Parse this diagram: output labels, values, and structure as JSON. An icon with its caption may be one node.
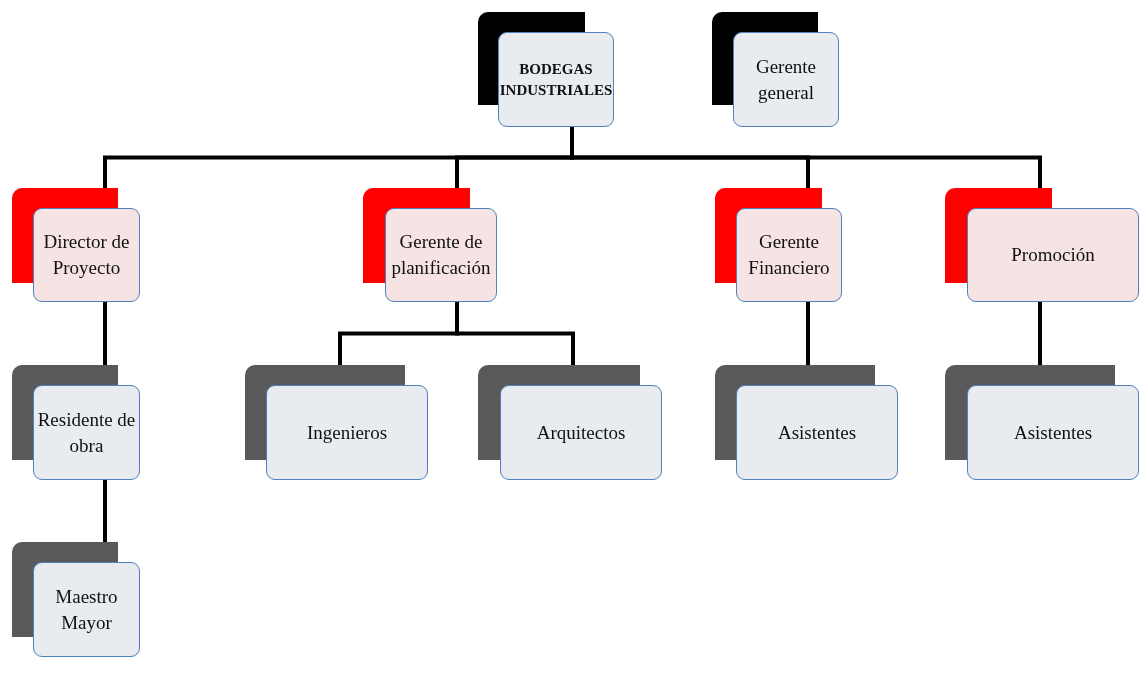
{
  "diagram": {
    "nodes": [
      {
        "text": [
          "BODEGAS INDUSTRIALES"
        ]
      },
      {
        "text": [
          "Gerente general"
        ]
      },
      {
        "text": [
          "Director de Proyecto"
        ]
      },
      {
        "text": [
          "Gerente de planificación"
        ]
      },
      {
        "text": [
          "Gerente Financiero"
        ]
      },
      {
        "text": [
          "Promoción"
        ]
      },
      {
        "text": [
          "Residente de obra"
        ]
      },
      {
        "text": [
          "Maestro Mayor"
        ]
      },
      {
        "text": [
          "Ingenieros"
        ]
      },
      {
        "text": [
          "Arquitectos"
        ]
      },
      {
        "text": [
          "Asistentes"
        ]
      },
      {
        "text": [
          "Asistentes"
        ]
      }
    ],
    "edges": [
      {
        "from": 0,
        "to": 2,
        "arrow": "none"
      },
      {
        "from": 0,
        "to": 3,
        "arrow": "none"
      },
      {
        "from": 0,
        "to": 4,
        "arrow": "none"
      },
      {
        "from": 0,
        "to": 5,
        "arrow": "none"
      },
      {
        "from": 2,
        "to": 6,
        "arrow": "none"
      },
      {
        "from": 6,
        "to": 7,
        "arrow": "none"
      },
      {
        "from": 3,
        "to": 8,
        "arrow": "none"
      },
      {
        "from": 3,
        "to": 9,
        "arrow": "none"
      },
      {
        "from": 4,
        "to": 10,
        "arrow": "none"
      },
      {
        "from": 5,
        "to": 11,
        "arrow": "none"
      }
    ]
  }
}
